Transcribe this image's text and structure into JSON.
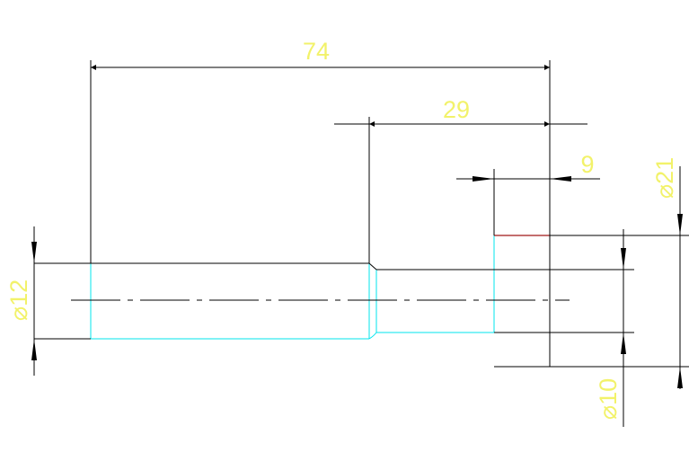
{
  "drawing": {
    "dimensions": {
      "overall_length": "74",
      "step_length": "29",
      "head_length": "9",
      "shaft_diameter": "⌀12",
      "head_diameter": "⌀21",
      "neck_diameter": "⌀10"
    },
    "colors": {
      "background": "#ffffff",
      "dimension_text": "#f2f26a",
      "dimension_line": "#000000",
      "part_outline": "#00e5ee",
      "head_top_edge": "#a01818"
    }
  }
}
